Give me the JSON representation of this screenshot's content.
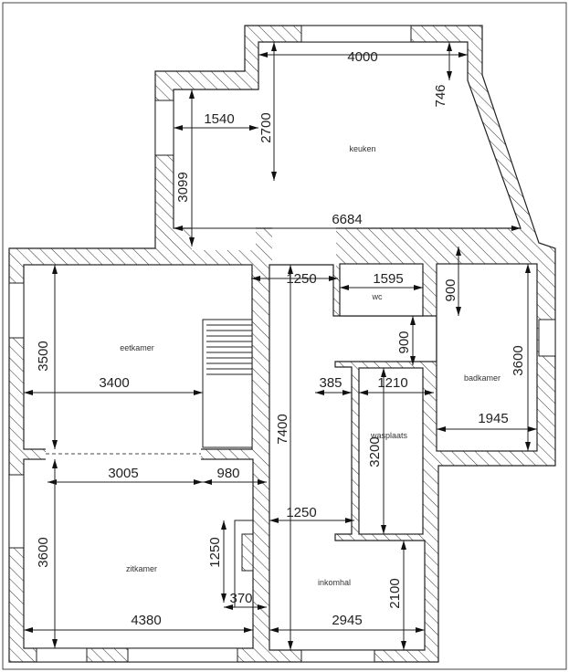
{
  "rooms": {
    "keuken": "keuken",
    "eetkamer": "eetkamer",
    "zitkamer": "zitkamer",
    "inkomhal": "inkomhal",
    "wasplaats": "wasplaats",
    "wc": "wc",
    "badkamer": "badkamer"
  },
  "dimensions": [
    {
      "id": "keuken-width",
      "value": "4000"
    },
    {
      "id": "keuken-corner",
      "value": "746"
    },
    {
      "id": "keuken-depth",
      "value": "2700"
    },
    {
      "id": "keuken-niche",
      "value": "1540"
    },
    {
      "id": "keuken-left",
      "value": "3099"
    },
    {
      "id": "keuken-total",
      "value": "6684"
    },
    {
      "id": "eetkamer-depth",
      "value": "3500"
    },
    {
      "id": "eetkamer-width",
      "value": "3400"
    },
    {
      "id": "zitkamer-open",
      "value": "3005"
    },
    {
      "id": "zitkamer-door",
      "value": "980"
    },
    {
      "id": "zitkamer-depth",
      "value": "3600"
    },
    {
      "id": "zitkamer-width",
      "value": "4380"
    },
    {
      "id": "haard-length",
      "value": "1250"
    },
    {
      "id": "haard-depth",
      "value": "370"
    },
    {
      "id": "hal-top-width",
      "value": "1250"
    },
    {
      "id": "hal-length",
      "value": "7400"
    },
    {
      "id": "hal-mid-width",
      "value": "1250"
    },
    {
      "id": "inkomhal-width",
      "value": "2945"
    },
    {
      "id": "inkomhal-depth",
      "value": "2100"
    },
    {
      "id": "wasplaats-depth",
      "value": "3200"
    },
    {
      "id": "wasplaats-wall",
      "value": "385"
    },
    {
      "id": "wasplaats-width",
      "value": "1210"
    },
    {
      "id": "gang-width",
      "value": "900"
    },
    {
      "id": "wc-width",
      "value": "1595"
    },
    {
      "id": "wc-depth",
      "value": "900"
    },
    {
      "id": "badkamer-depth",
      "value": "3600"
    },
    {
      "id": "badkamer-width",
      "value": "1945"
    }
  ]
}
